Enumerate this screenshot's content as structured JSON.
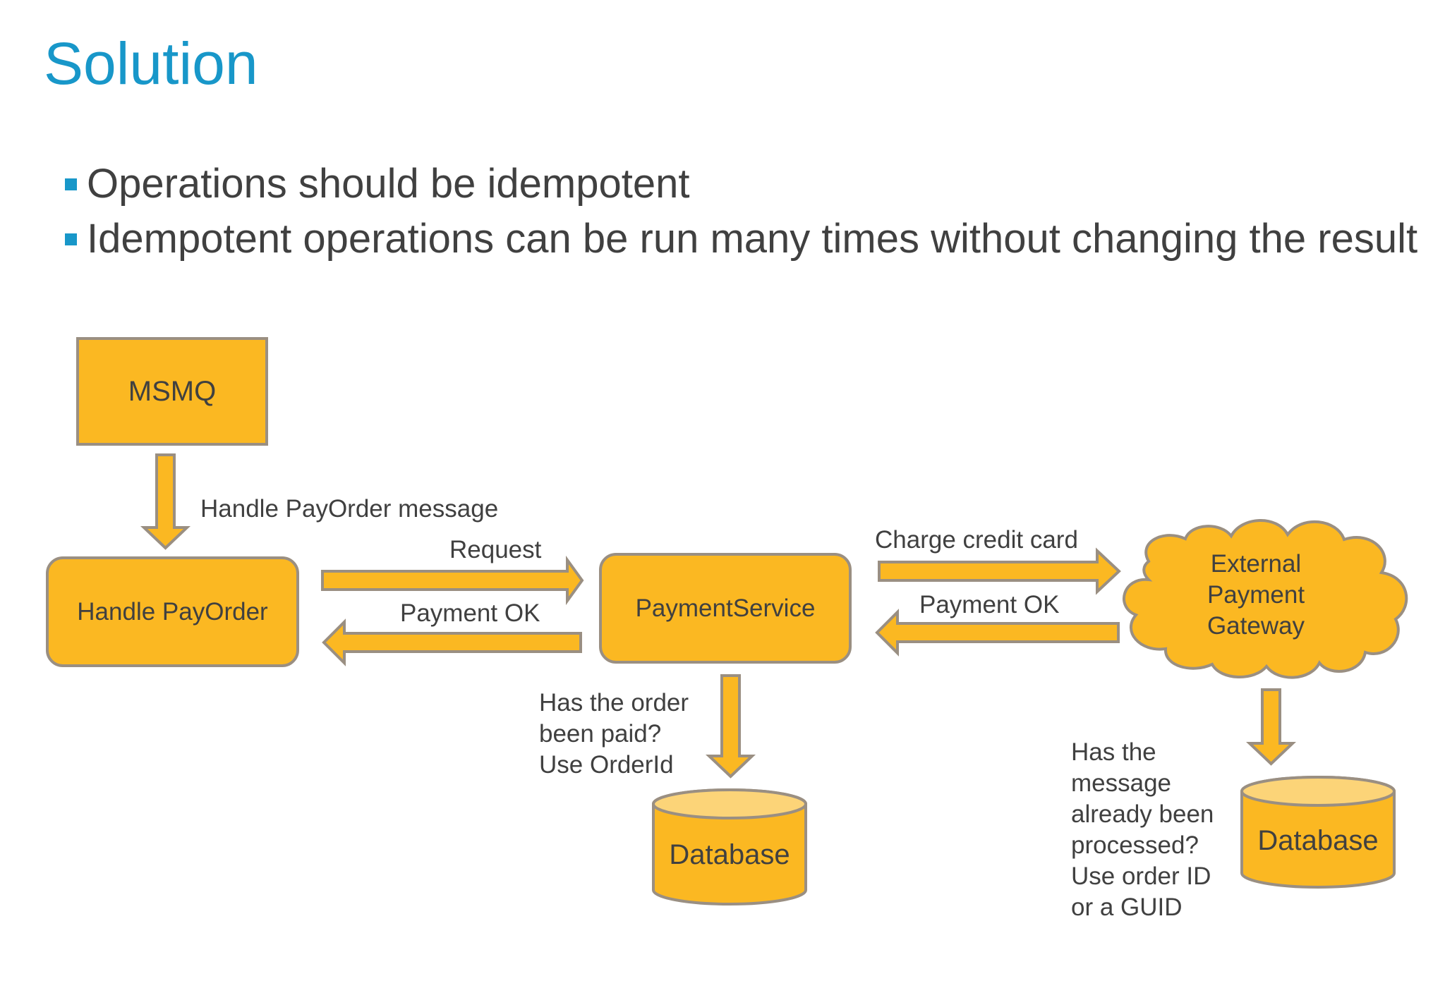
{
  "slide": {
    "title": "Solution",
    "bullets": [
      "Operations should be idempotent",
      "Idempotent operations can be run many times without changing the result"
    ]
  },
  "colors": {
    "title": "#1897c9",
    "bullet_marker": "#1897c9",
    "shape_fill": "#fbb822",
    "shape_stroke": "#9a8f82",
    "db_top": "#fcd478",
    "text": "#404040"
  },
  "diagram": {
    "nodes": {
      "msmq": "MSMQ",
      "handler": "Handle PayOrder",
      "service": "PaymentService",
      "gateway": "External\nPayment\nGateway",
      "db_left": "Database",
      "db_right": "Database"
    },
    "edges": {
      "handle_message": "Handle PayOrder message",
      "request": "Request",
      "payment_ok_left": "Payment OK",
      "charge_card": "Charge credit card",
      "payment_ok_right": "Payment OK"
    },
    "notes": {
      "order_paid": "Has the order\nbeen paid?\nUse OrderId",
      "message_processed": "Has the\nmessage\nalready been\nprocessed?\nUse order ID\nor a GUID"
    }
  }
}
